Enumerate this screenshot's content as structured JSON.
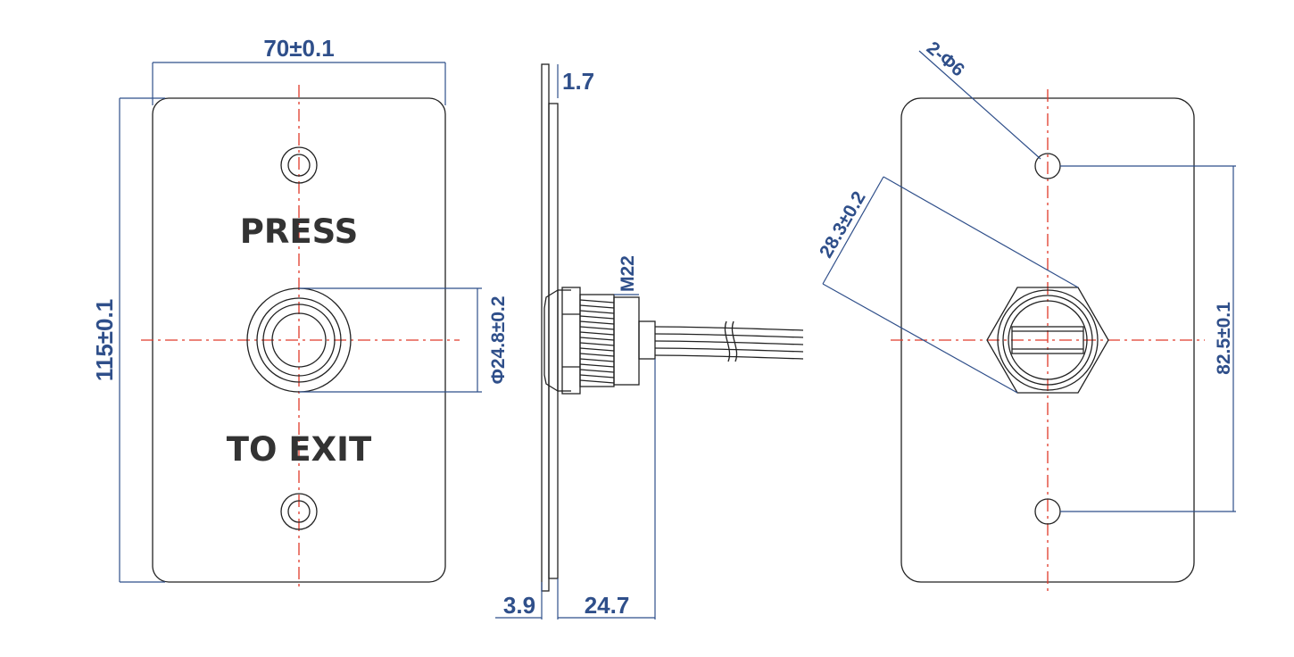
{
  "front_view": {
    "labels": {
      "press": "PRESS",
      "to_exit": "TO EXIT"
    },
    "dims": {
      "width": "70±0.1",
      "height": "115±0.1",
      "button_diameter": "Φ24.8±0.2"
    }
  },
  "side_view": {
    "dims": {
      "plate_thickness": "1.7",
      "thread": "M22",
      "base_offset": "3.9",
      "depth": "24.7"
    }
  },
  "back_view": {
    "dims": {
      "holes": "2-Φ6",
      "nut_across": "28.3±0.2",
      "hole_spacing": "82.5±0.1"
    }
  },
  "colors": {
    "dimension": "#2f4f8a",
    "centerline": "#e03a2a",
    "outline": "#222222",
    "label": "#333333"
  }
}
